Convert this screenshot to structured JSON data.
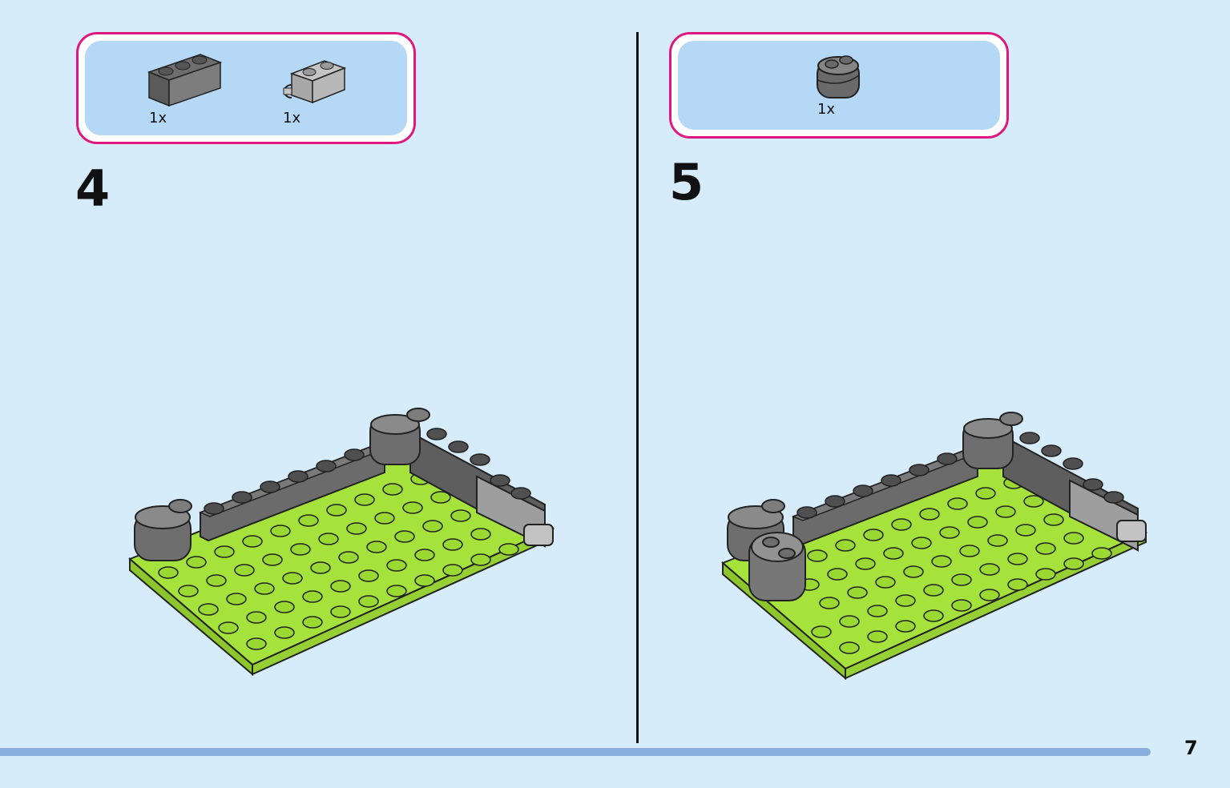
{
  "page": {
    "number": "7",
    "colors": {
      "background": "#d6ecfa",
      "parts_box_border": "#e0177f",
      "parts_box_fill": "#b4d8f6",
      "baseplate": "#a6e23c",
      "dark_gray": "#6b6b6b",
      "light_gray": "#a9a9a9",
      "bottom_bar": "#8aaedc"
    }
  },
  "steps": [
    {
      "number": "4",
      "parts": [
        {
          "icon": "dark-gray-1x3-brick-icon",
          "quantity": "1x"
        },
        {
          "icon": "light-gray-1x2-clip-brick-icon",
          "quantity": "1x"
        }
      ]
    },
    {
      "number": "5",
      "parts": [
        {
          "icon": "dark-gray-hinge-brick-icon",
          "quantity": "1x"
        }
      ]
    }
  ]
}
